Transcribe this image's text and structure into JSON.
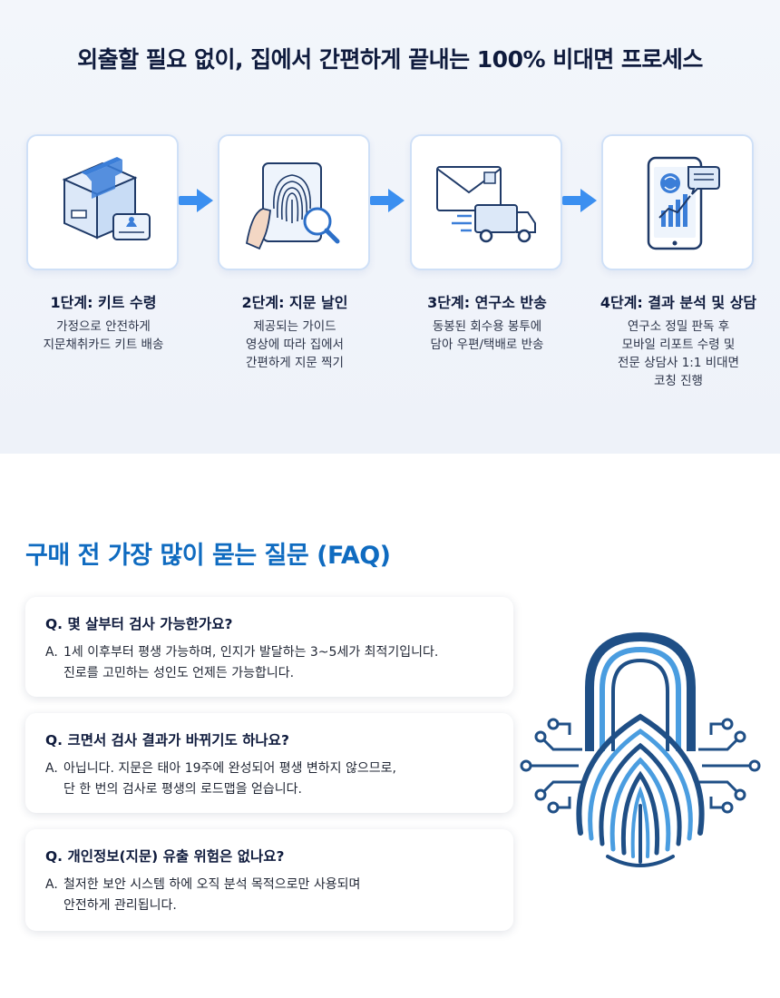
{
  "process": {
    "title": "외출할 필요 없이, 집에서 간편하게 끝내는 100% 비대면 프로세스",
    "steps": [
      {
        "title": "1단계: 키트 수령",
        "desc": "가정으로 안전하게\n지문채취카드 키트 배송",
        "icon": "package-box-icon"
      },
      {
        "title": "2단계: 지문 날인",
        "desc": "제공되는 가이드\n영상에 따라 집에서\n간편하게 지문 찍기",
        "icon": "fingerprint-scan-icon"
      },
      {
        "title": "3단계: 연구소 반송",
        "desc": "동봉된 회수용 봉투에\n담아 우편/택배로 반송",
        "icon": "mail-truck-icon"
      },
      {
        "title": "4단계: 결과 분석 및 상담",
        "desc": "연구소 정밀 판독 후\n모바일 리포트 수령 및\n전문 상담사 1:1 비대면\n코칭 진행",
        "icon": "mobile-report-icon"
      }
    ]
  },
  "faq": {
    "title": "구매 전 가장 많이 묻는 질문 (FAQ)",
    "items": [
      {
        "q": "Q. 몇 살부터 검사 가능한가요?",
        "a_prefix": "A.",
        "a": "1세 이후부터 평생 가능하며, 인지가 발달하는 3~5세가 최적기입니다.\n진로를 고민하는 성인도 언제든 가능합니다."
      },
      {
        "q": "Q. 크면서 검사 결과가 바뀌기도 하나요?",
        "a_prefix": "A.",
        "a": "아닙니다. 지문은 태아 19주에 완성되어 평생 변하지 않으므로,\n단 한 번의 검사로 평생의 로드맵을 얻습니다."
      },
      {
        "q": "Q. 개인정보(지문) 유출 위험은 없나요?",
        "a_prefix": "A.",
        "a": "철저한 보안 시스템 하에 오직 분석 목적으로만 사용되며\n안전하게 관리됩니다."
      }
    ]
  },
  "colors": {
    "accent": "#0f6bc0",
    "arrow": "#3b8ff0",
    "icon_stroke": "#1f3a68",
    "icon_fill": "#dce8f8"
  },
  "decor": {
    "icon": "fingerprint-lock-icon"
  }
}
